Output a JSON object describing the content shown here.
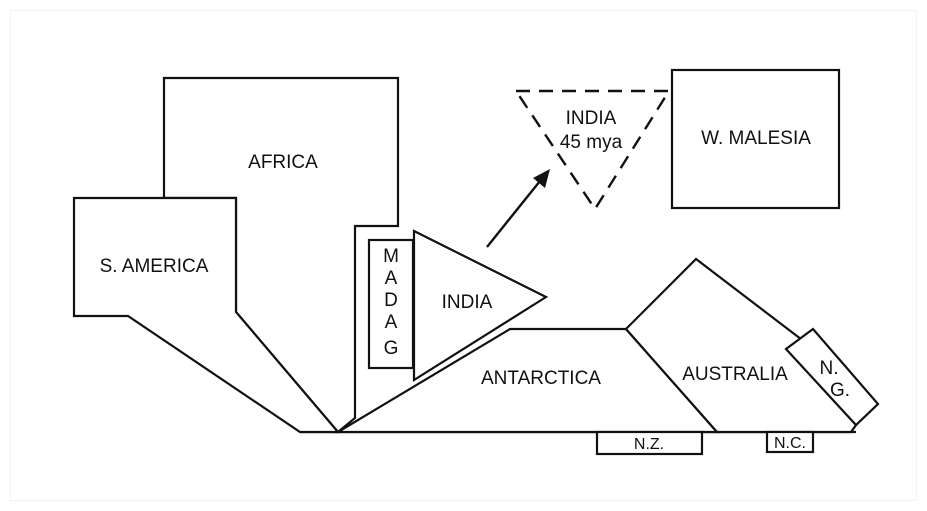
{
  "regions": {
    "africa": "AFRICA",
    "s_america": "S. AMERICA",
    "madag": [
      "M",
      "A",
      "D",
      "A",
      "G"
    ],
    "india": "INDIA",
    "india_45": {
      "line1": "INDIA",
      "line2": "45 mya"
    },
    "w_malesia": "W. MALESIA",
    "antarctica": "ANTARCTICA",
    "australia": "AUSTRALIA",
    "ng": [
      "N.",
      "G."
    ],
    "nz": "N.Z.",
    "nc": "N.C."
  }
}
